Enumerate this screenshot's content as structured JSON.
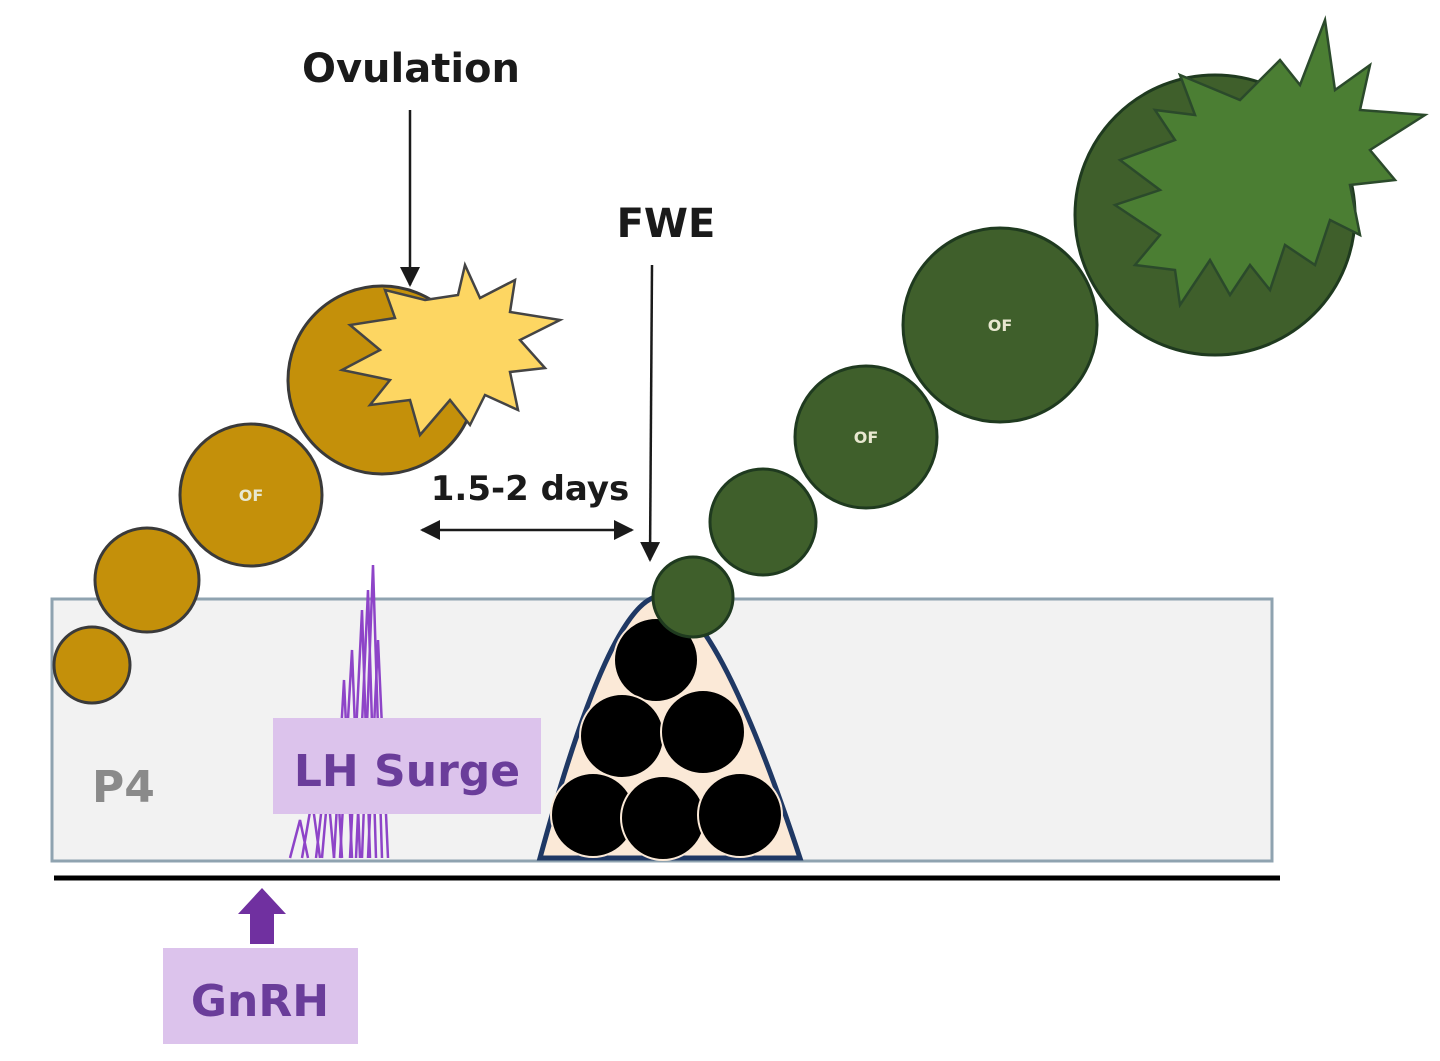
{
  "labels": {
    "ovulation": "Ovulation",
    "fwe": "FWE",
    "interval": "1.5-2 days",
    "p4": "P4",
    "lh_surge": "LH Surge",
    "gnrh": "GnRH",
    "of": "OF"
  },
  "colors": {
    "gold_follicle": "#c4900a",
    "ovulation_burst": "#fdd662",
    "green_follicle": "#3f5f2b",
    "green_burst": "#4b7e33",
    "p4_band": "#f2f2f2",
    "p4_band_border": "#8fa3b0",
    "cohort_fill": "#fbe9d7",
    "cohort_border": "#1f3864",
    "purple": "#7030a0",
    "purple_box": "#dcc3ec"
  }
}
